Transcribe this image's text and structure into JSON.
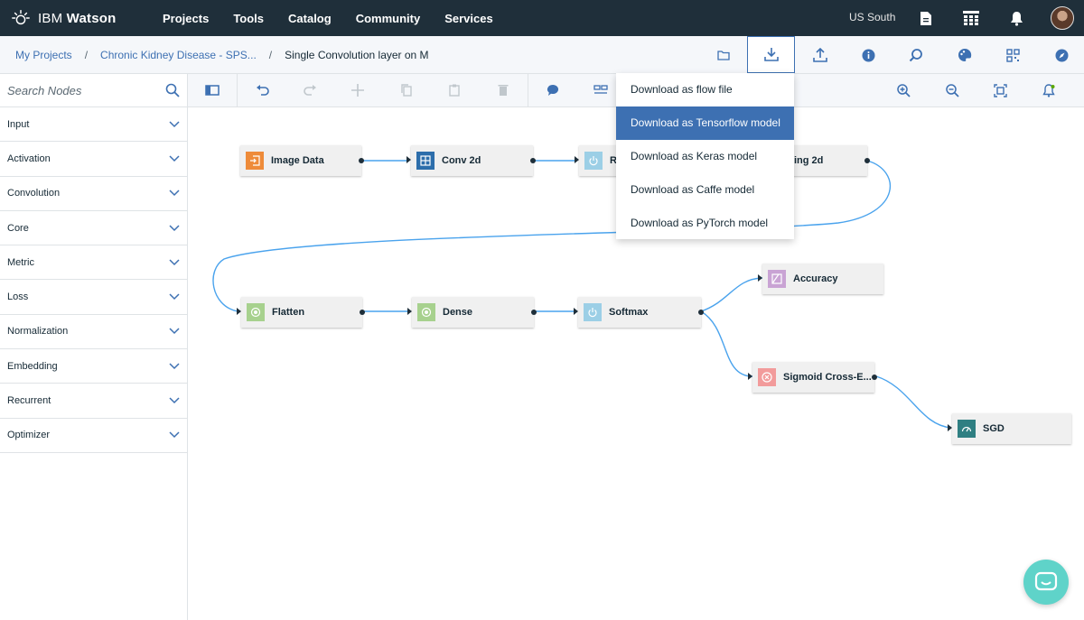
{
  "app": {
    "brand_prefix": "IBM",
    "brand_name": "Watson"
  },
  "topnav": {
    "links": [
      "Projects",
      "Tools",
      "Catalog",
      "Community",
      "Services"
    ],
    "region": "US South"
  },
  "breadcrumb": {
    "items": [
      "My Projects",
      "Chronic Kidney Disease - SPS...",
      "Single Convolution layer on M"
    ],
    "separator": "/"
  },
  "sidebar": {
    "search_placeholder": "Search Nodes",
    "categories": [
      "Input",
      "Activation",
      "Convolution",
      "Core",
      "Metric",
      "Loss",
      "Normalization",
      "Embedding",
      "Recurrent",
      "Optimizer"
    ]
  },
  "download_menu": {
    "items": [
      "Download as flow file",
      "Download as Tensorflow model",
      "Download as Keras model",
      "Download as Caffe model",
      "Download as PyTorch model"
    ],
    "selected_index": 1
  },
  "canvas": {
    "nodes": {
      "image_data": {
        "label": "Image Data",
        "color": "#ee8b3a"
      },
      "conv2d": {
        "label": "Conv 2d",
        "color": "#2d6eab"
      },
      "relu": {
        "label": "Re",
        "color": "#9ccfe6"
      },
      "pooling": {
        "label": "ing 2d"
      },
      "flatten": {
        "label": "Flatten",
        "color": "#a7d18e"
      },
      "dense": {
        "label": "Dense",
        "color": "#a7d18e"
      },
      "softmax": {
        "label": "Softmax",
        "color": "#9ccfe6"
      },
      "accuracy": {
        "label": "Accuracy",
        "color": "#c9a3d4"
      },
      "sigmoid": {
        "label": "Sigmoid Cross-E...",
        "color": "#f29b9b"
      },
      "sgd": {
        "label": "SGD",
        "color": "#2f7f82"
      }
    }
  },
  "colors": {
    "topnav_bg": "#1f2f3a",
    "accent": "#3d70b2",
    "wire": "#4aa3ed",
    "chat": "#5fd3c9"
  }
}
